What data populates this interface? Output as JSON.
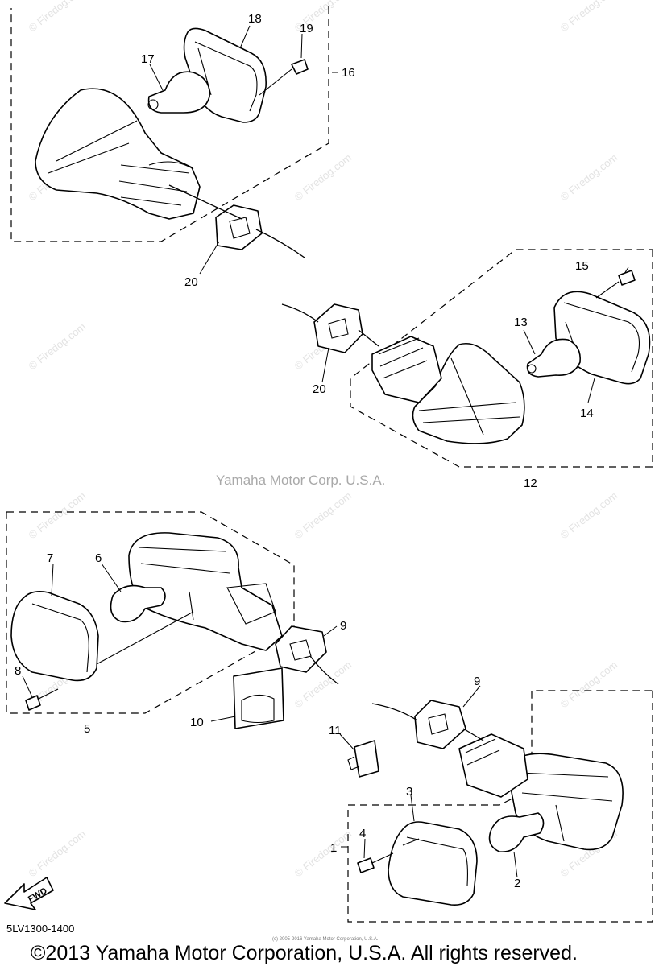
{
  "watermark": "© Firedog.com",
  "brand_watermark": "Yamaha Motor Corp. U.S.A.",
  "diagram_code": "5LV1300-1400",
  "fwd_label": "FWD",
  "tiny_copyright": "(c) 2005-2016 Yamaha Motor Corporation, U.S.A.",
  "copyright": "©2013 Yamaha Motor Corporation, U.S.A. All rights reserved.",
  "part_numbers": {
    "p1": "1",
    "p2": "2",
    "p3": "3",
    "p4": "4",
    "p5": "5",
    "p6": "6",
    "p7": "7",
    "p8": "8",
    "p9a": "9",
    "p9b": "9",
    "p10": "10",
    "p11": "11",
    "p12": "12",
    "p13": "13",
    "p14": "14",
    "p15": "15",
    "p16": "16",
    "p17": "17",
    "p18": "18",
    "p19": "19",
    "p20a": "20",
    "p20b": "20"
  }
}
